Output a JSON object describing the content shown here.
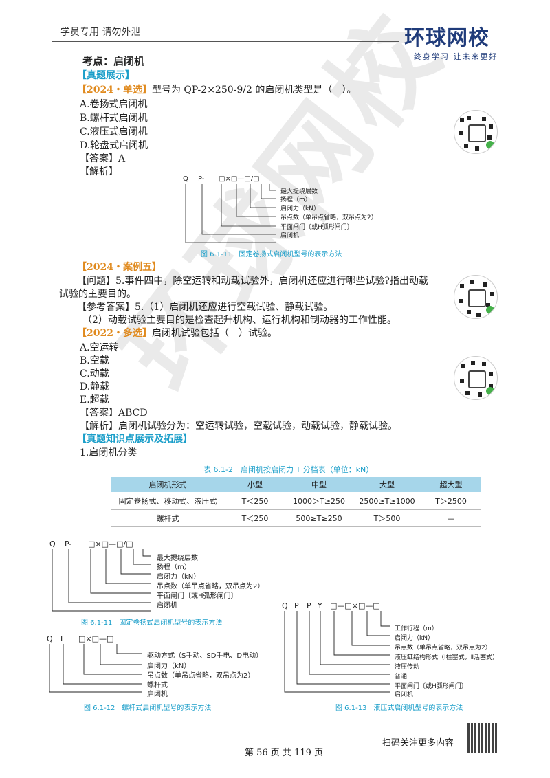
{
  "header": {
    "left": "学员专用 请勿外泄",
    "logo_main": "环球网校",
    "logo_sub": "终身学习 让未来更好"
  },
  "watermark": "环球网校",
  "topic": "考点：启闭机",
  "sec1": "【真题展示】",
  "q1": {
    "tag": "【2024・单选】",
    "stem": "型号为 QP-2×250-9/2 的启闭机类型是（　）。",
    "options": [
      "A.卷扬式启闭机",
      "B.螺杆式启闭机",
      "C.液压式启闭机",
      "D.轮盘式启闭机"
    ],
    "answer": "【答案】A",
    "analysis": "【解析】"
  },
  "fig_top": {
    "code": [
      "Q",
      "P-",
      "□×□—□/□"
    ],
    "labels": [
      "最大提绕层数",
      "扬程（m）",
      "启闭力（kN）",
      "吊点数（单吊点省略，双吊点为2）",
      "平面闸门〔或H弧形闸门〕",
      "启闭机"
    ],
    "caption": "图 6.1-11　固定卷扬式启闭机型号的表示方法"
  },
  "q2": {
    "tag": "【2024・案例五】",
    "question": "【问题】5.事件四中，除空运转和动载试验外，启闭机还应进行哪些试验?指出动载",
    "question2": "试验的主要目的。",
    "ref": "【参考答案】5.（1）启闭机还应进行空载试验、静载试验。",
    "ref2": "（2）动载试验主要目的是检查起升机构、运行机构和制动器的工作性能。"
  },
  "q3": {
    "tag": "【2022・多选】",
    "stem": "启闭机试验包括（　）试验。",
    "options": [
      "A.空运转",
      "B.空载",
      "C.动载",
      "D.静载",
      "E.超载"
    ],
    "answer": "【答案】ABCD",
    "analysis": "【解析】启闭机试验分为：空运转试验，空载试验，动载试验，静载试验。"
  },
  "sec2": "【真题知识点展示及拓展】",
  "item1": "1.启闭机分类",
  "table": {
    "caption": "表 6.1-2　启闭机按启闭力 T 分档表（单位：kN）",
    "headers": [
      "启闭机形式",
      "小型",
      "中型",
      "大型",
      "超大型"
    ],
    "rows": [
      [
        "固定卷扬式、移动式、液压式",
        "T＜250",
        "1000＞T≥250",
        "2500≥T≥1000",
        "T＞2500"
      ],
      [
        "螺杆式",
        "T＜250",
        "500≥T≥250",
        "T＞500",
        "—"
      ]
    ]
  },
  "fig_a": {
    "code": [
      "Q",
      "P-",
      "□×□—□/□"
    ],
    "labels": [
      "最大提绕层数",
      "扬程（m）",
      "启闭力（kN）",
      "吊点数（单吊点省略，双吊点为2）",
      "平面闸门〔或H弧形闸门〕",
      "启闭机"
    ],
    "caption": "图 6.1-11　固定卷扬式启闭机型号的表示方法"
  },
  "fig_b": {
    "code": [
      "Q",
      "L",
      "□×□—□"
    ],
    "labels": [
      "驱动方式（S手动、SD手电、D电动）",
      "启闭力（kN）",
      "吊点数（单吊点省略，双吊点为2）",
      "螺杆式",
      "启闭机"
    ],
    "caption": "图 6.1-12　螺杆式启闭机型号的表示方法"
  },
  "fig_c": {
    "code": [
      "Q",
      "P",
      "P",
      "Y",
      "□—□×□—□"
    ],
    "labels": [
      "工作行程（m）",
      "启闭力（kN）",
      "吊点数（单吊点省略，双吊点为2）",
      "液压缸结构形式（Ⅰ柱塞式，Ⅱ活塞式）",
      "液压传动",
      "普通",
      "平面闸门〔或H弧形闸门〕",
      "启闭机"
    ],
    "caption": "图 6.1-13　液压式启闭机型号的表示方法"
  },
  "footer": {
    "page": "第 56 页 共 119 页",
    "scan": "扫码关注更多内容"
  }
}
